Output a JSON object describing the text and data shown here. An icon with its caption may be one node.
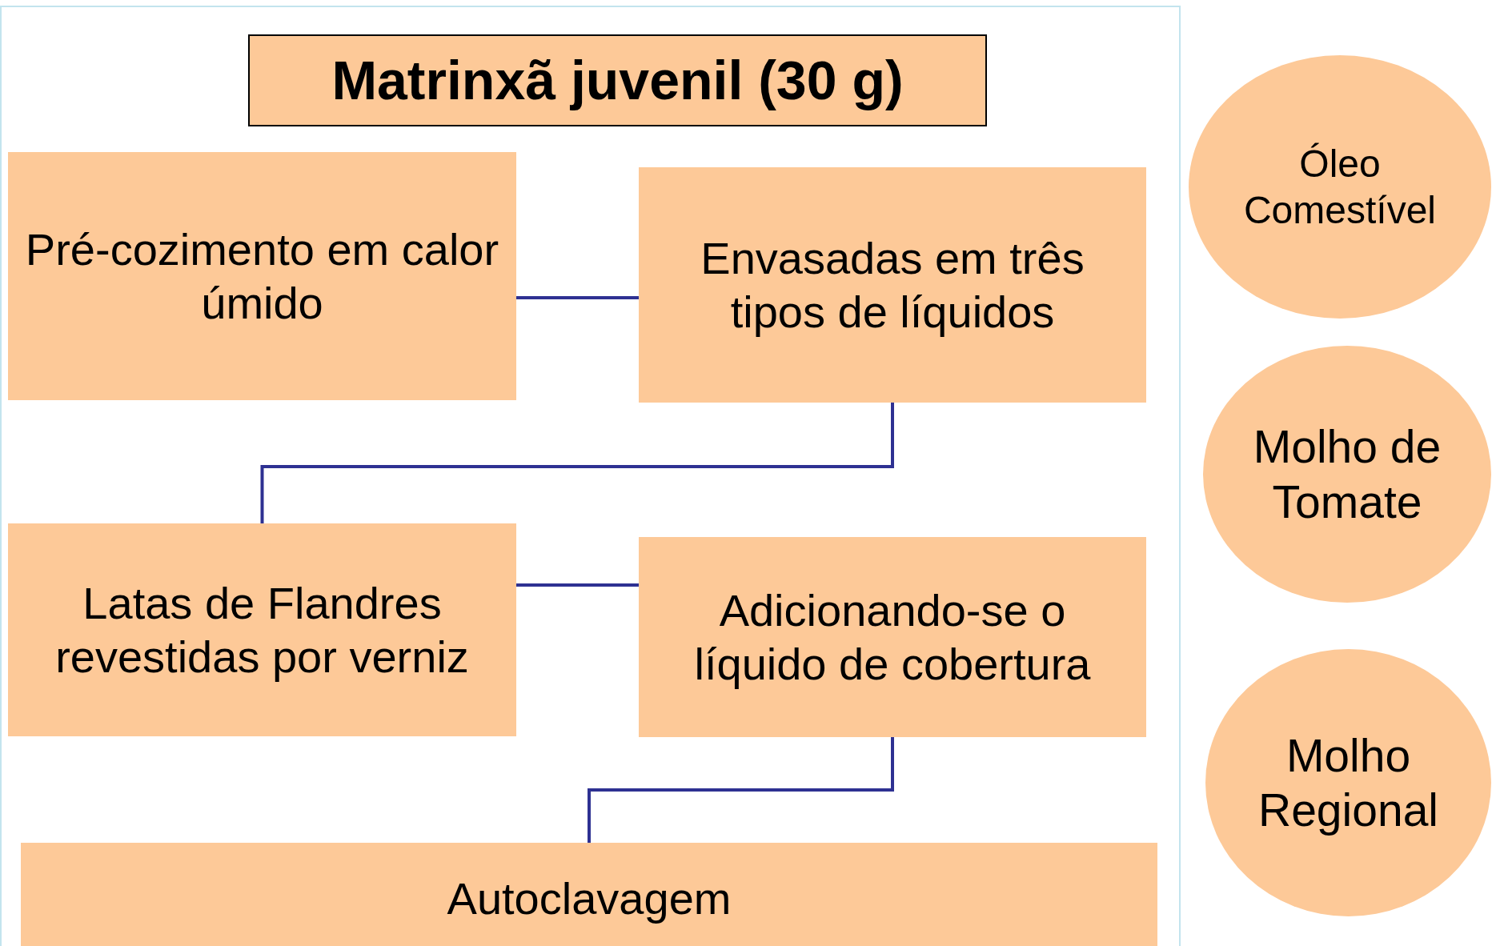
{
  "diagram": {
    "nodes": [
      {
        "text": [
          "Matrinxã juvenil (30 g)"
        ]
      },
      {
        "text": [
          "Pré-cozimento em calor úmido"
        ]
      },
      {
        "text": [
          "Envasadas em três tipos de líquidos"
        ]
      },
      {
        "text": [
          "Latas de Flandres revestidas por verniz"
        ]
      },
      {
        "text": [
          "Adicionando-se o líquido de cobertura"
        ]
      },
      {
        "text": [
          "Autoclavagem"
        ]
      },
      {
        "text": [
          "Óleo Comestível"
        ]
      },
      {
        "text": [
          "Molho de Tomate"
        ]
      },
      {
        "text": [
          "Molho Regional"
        ]
      }
    ],
    "edges": [
      {
        "from": 1,
        "to": 2,
        "arrow": "none"
      },
      {
        "from": 2,
        "to": 3,
        "arrow": "none"
      },
      {
        "from": 3,
        "to": 4,
        "arrow": "none"
      },
      {
        "from": 4,
        "to": 5,
        "arrow": "none"
      }
    ]
  }
}
